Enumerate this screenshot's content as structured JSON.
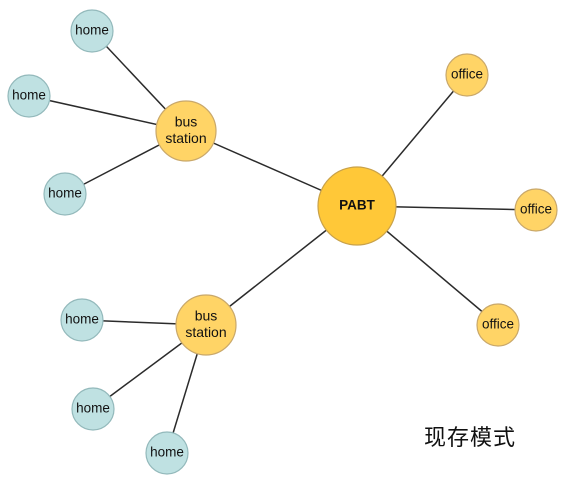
{
  "colors": {
    "hub": "#FFC838",
    "hub_stroke": "#C9A24A",
    "station": "#FFD466",
    "station_stroke": "#C9A86A",
    "office": "#FFD466",
    "office_stroke": "#C9A86A",
    "home": "#BFE1E2",
    "home_stroke": "#93B9BB",
    "edge": "#2b2b2b"
  },
  "nodes": [
    {
      "id": "pabt",
      "kind": "hub",
      "lines": [
        "PABT"
      ]
    },
    {
      "id": "bus-station-top",
      "kind": "station",
      "lines": [
        "bus",
        "station"
      ]
    },
    {
      "id": "bus-station-bottom",
      "kind": "station",
      "lines": [
        "bus",
        "station"
      ]
    },
    {
      "id": "office-1",
      "kind": "office",
      "lines": [
        "office"
      ]
    },
    {
      "id": "office-2",
      "kind": "office",
      "lines": [
        "office"
      ]
    },
    {
      "id": "office-3",
      "kind": "office",
      "lines": [
        "office"
      ]
    },
    {
      "id": "home-top-1",
      "kind": "home",
      "lines": [
        "home"
      ]
    },
    {
      "id": "home-top-2",
      "kind": "home",
      "lines": [
        "home"
      ]
    },
    {
      "id": "home-top-3",
      "kind": "home",
      "lines": [
        "home"
      ]
    },
    {
      "id": "home-bottom-1",
      "kind": "home",
      "lines": [
        "home"
      ]
    },
    {
      "id": "home-bottom-2",
      "kind": "home",
      "lines": [
        "home"
      ]
    },
    {
      "id": "home-bottom-3",
      "kind": "home",
      "lines": [
        "home"
      ]
    }
  ],
  "edges": [
    [
      "bus-station-top",
      "pabt"
    ],
    [
      "bus-station-bottom",
      "pabt"
    ],
    [
      "pabt",
      "office-1"
    ],
    [
      "pabt",
      "office-2"
    ],
    [
      "pabt",
      "office-3"
    ],
    [
      "home-top-1",
      "bus-station-top"
    ],
    [
      "home-top-2",
      "bus-station-top"
    ],
    [
      "home-top-3",
      "bus-station-top"
    ],
    [
      "home-bottom-1",
      "bus-station-bottom"
    ],
    [
      "home-bottom-2",
      "bus-station-bottom"
    ],
    [
      "home-bottom-3",
      "bus-station-bottom"
    ]
  ],
  "caption": "现存模式"
}
